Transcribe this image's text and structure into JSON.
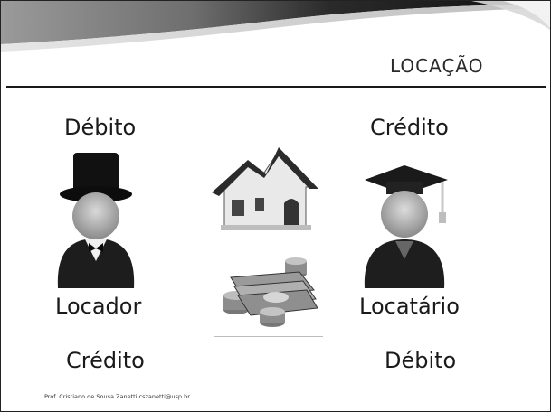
{
  "title": "LOCAÇÃO",
  "left": {
    "top_label": "Débito",
    "role": "Locador",
    "bottom_label": "Crédito",
    "icon": "landlord-top-hat-icon"
  },
  "right": {
    "top_label": "Crédito",
    "role": "Locatário",
    "bottom_label": "Débito",
    "icon": "graduate-tenant-icon"
  },
  "center": {
    "house_icon": "house-icon",
    "money_icon": "money-stack-icon"
  },
  "footer": "Prof. Cristiano de Sousa Zanetti  cszanetti@usp.br",
  "colors": {
    "background": "#ffffff",
    "text": "#1a1a1a",
    "header_dark": "#3a3a3a",
    "header_light": "#c8c8c8"
  }
}
